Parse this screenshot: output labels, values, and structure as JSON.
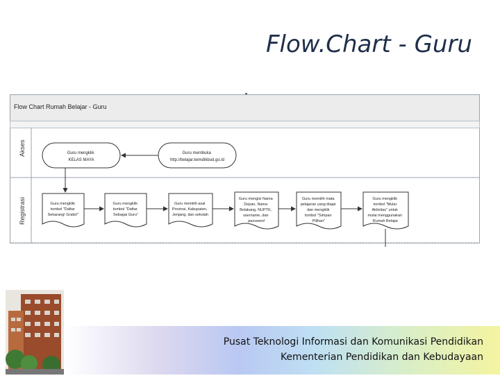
{
  "slide": {
    "title": "Flow.Chart - Guru"
  },
  "diagram": {
    "title": "Flow Chart Rumah Belajar - Guru",
    "lanes": {
      "akses": "Akses",
      "registrasi": "Registrasi"
    },
    "nodes": {
      "n1": [
        "Guru mengklik",
        "KELAS MAYA"
      ],
      "n2": [
        "Guru membuka",
        "http://belajar.kemdikbud.go.id"
      ],
      "r1": [
        "Guru mengklik",
        "tombol \"Daftar",
        "Sekarang! Gratis!\""
      ],
      "r2": [
        "Guru mengklik",
        "tombol \"Daftar",
        "Sebagai Guru\""
      ],
      "r3": [
        "Guru memilih asal",
        "Provinsi, Kabupaten,",
        "Jenjang, dan sekolah"
      ],
      "r4": [
        "Guru mengisi Nama",
        "Depan, Nama",
        "Belakang, NUPTK,",
        "username, dan",
        "password"
      ],
      "r5": [
        "Guru memilih mata",
        "pelajaran yang diajar",
        "dan mengklik",
        "tombol \"Simpan",
        "Pilihan\""
      ],
      "r6": [
        "Guru mengklik",
        "tombol \"Mulai",
        "Aktivitas\" untuk",
        "mulai menggunakan",
        "Rumah Belajar"
      ]
    }
  },
  "footer": {
    "line1": "Pusat Teknologi Informasi dan Komunikasi Pendidikan",
    "line2": "Kementerian Pendidikan dan Kebudayaan"
  }
}
